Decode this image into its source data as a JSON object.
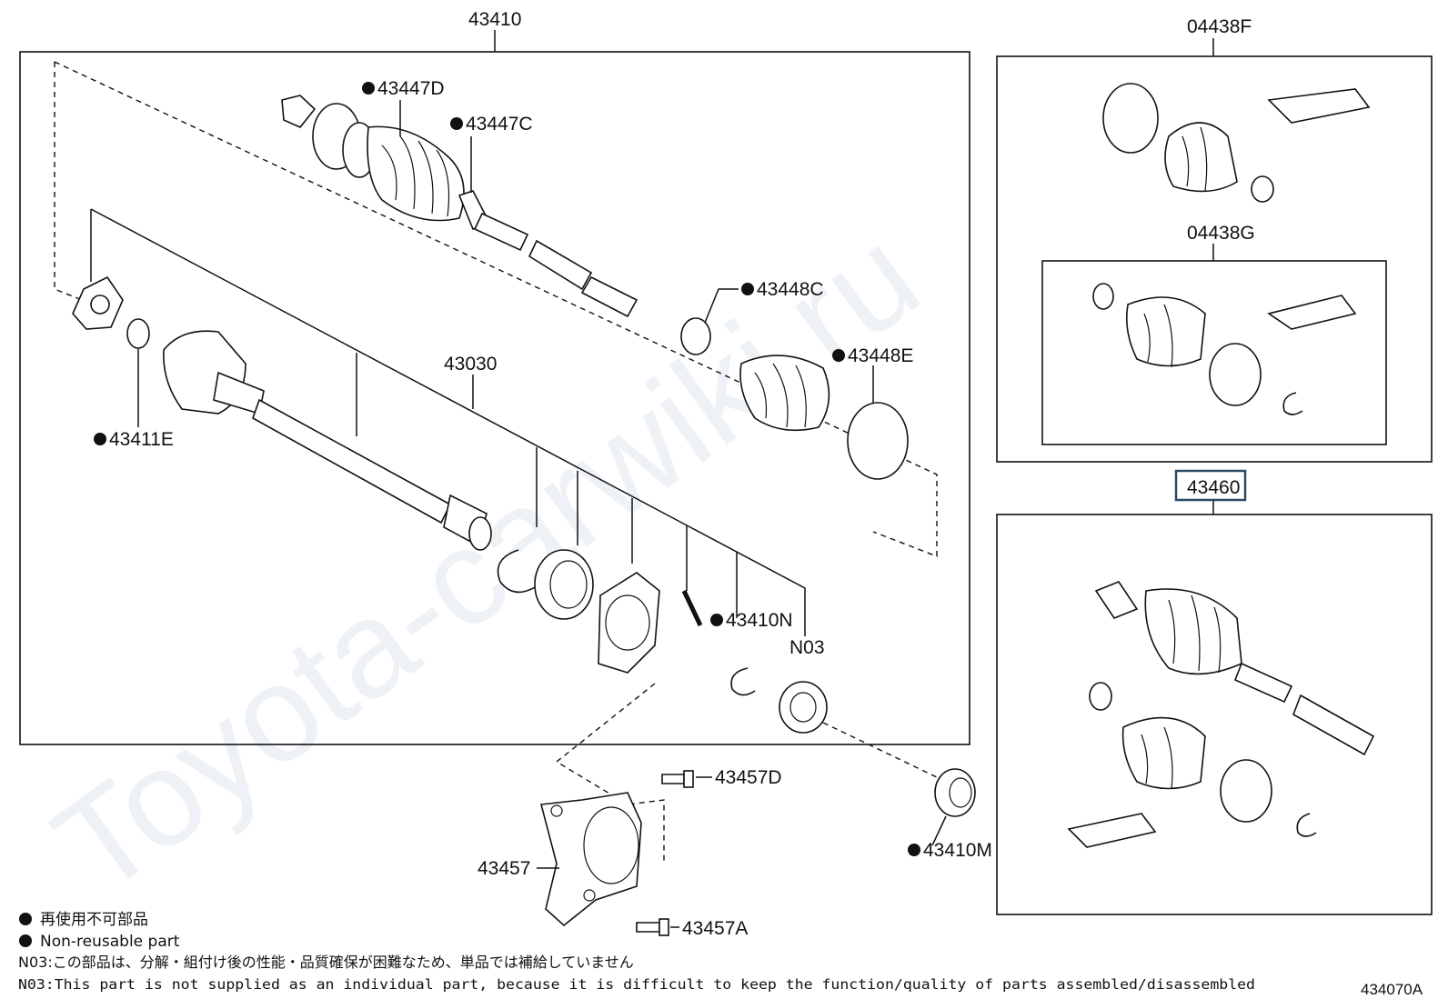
{
  "watermark": "Toyota-carwiki.ru",
  "groups": {
    "drive_shaft_assy": "43410",
    "inboard_joint_shaft": "43030",
    "boot_kit_outboard": "04438F",
    "boot_kit_inboard": "04438G",
    "shaft_kit": "43460"
  },
  "parts": {
    "p43447D": "43447D",
    "p43447C": "43447C",
    "p43448C": "43448C",
    "p43448E": "43448E",
    "p43411E": "43411E",
    "p43410N": "43410N",
    "pN03": "N03",
    "p43457D": "43457D",
    "p43457": "43457",
    "p43457A": "43457A",
    "p43410M": "43410M"
  },
  "legend": {
    "jp_non_reusable": "再使用不可部品",
    "en_non_reusable": "Non-reusable part",
    "note_jp": "N03:この部品は、分解・組付け後の性能・品質確保が困難なため、単品では補給していません",
    "note_en": "N03:This part is not supplied as an individual part, because it is difficult to keep the function/quality of parts assembled/disassembled"
  },
  "figure_id": "434070A"
}
